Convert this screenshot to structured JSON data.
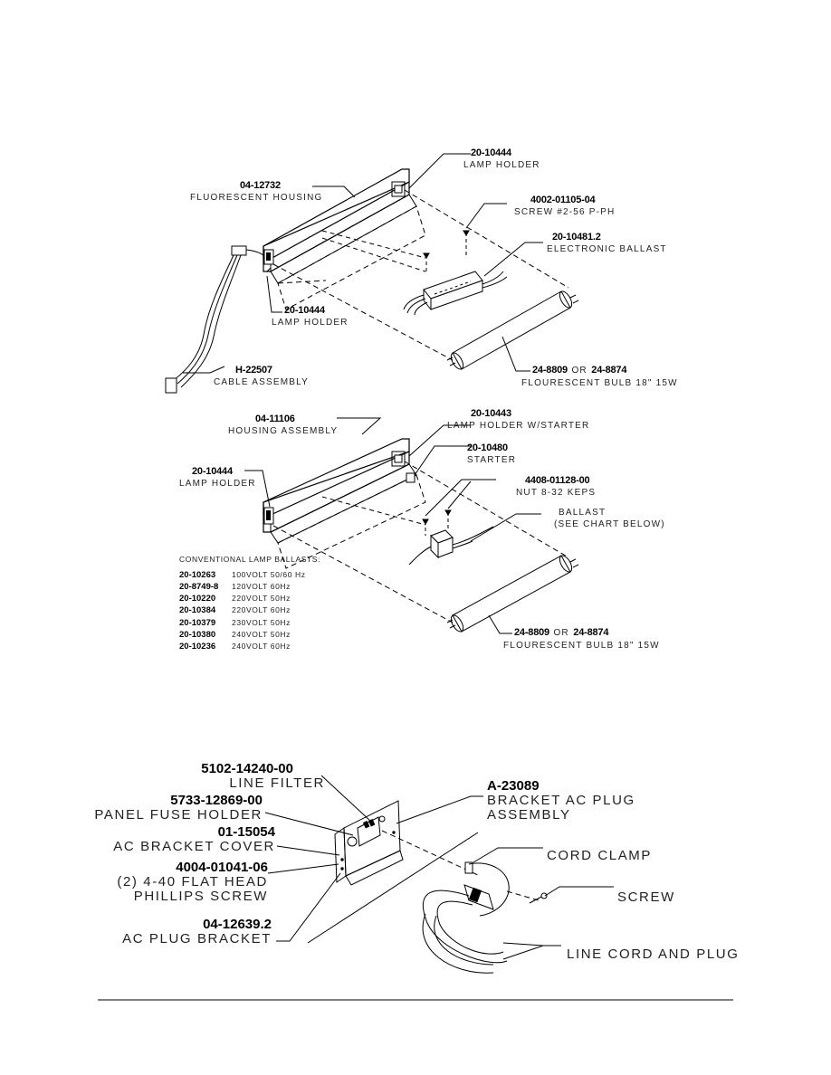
{
  "diagram1": {
    "labels": [
      {
        "part": "20-10444",
        "desc": "LAMP HOLDER"
      },
      {
        "part": "04-12732",
        "desc": "FLUORESCENT HOUSING"
      },
      {
        "part": "4002-01105-04",
        "desc": "SCREW #2-56 P-PH"
      },
      {
        "part": "20-10481.2",
        "desc": "ELECTRONIC BALLAST"
      },
      {
        "part": "20-10444",
        "desc": "LAMP HOLDER"
      },
      {
        "part": "H-22507",
        "desc": "CABLE ASSEMBLY"
      },
      {
        "part_a": "24-8809",
        "or": "OR",
        "part_b": "24-8874",
        "desc": "FLOURESCENT BULB 18\" 15W"
      }
    ]
  },
  "diagram2": {
    "labels": [
      {
        "part": "04-11106",
        "desc": "HOUSING ASSEMBLY"
      },
      {
        "part": "20-10443",
        "desc": "LAMP HOLDER W/STARTER"
      },
      {
        "part": "20-10480",
        "desc": "STARTER"
      },
      {
        "part": "20-10444",
        "desc": "LAMP HOLDER"
      },
      {
        "part": "4408-01128-00",
        "desc": "NUT 8-32 KEPS"
      },
      {
        "desc": "BALLAST",
        "desc2": "(SEE CHART BELOW)"
      },
      {
        "part_a": "24-8809",
        "or": "OR",
        "part_b": "24-8874",
        "desc": "FLOURESCENT BULB 18\" 15W"
      }
    ],
    "ballast_chart": {
      "title": "CONVENTIONAL LAMP BALLASTS:",
      "rows": [
        {
          "part": "20-10263",
          "spec": "100VOLT 50/60 Hz"
        },
        {
          "part": "20-8749-8",
          "spec": "120VOLT 60Hz"
        },
        {
          "part": "20-10220",
          "spec": "220VOLT 50Hz"
        },
        {
          "part": "20-10384",
          "spec": "220VOLT 60Hz"
        },
        {
          "part": "20-10379",
          "spec": "230VOLT 50Hz"
        },
        {
          "part": "20-10380",
          "spec": "240VOLT 50Hz"
        },
        {
          "part": "20-10236",
          "spec": "240VOLT 60Hz"
        }
      ]
    }
  },
  "diagram3": {
    "labels": [
      {
        "part": "5102-14240-00",
        "desc": "LINE FILTER"
      },
      {
        "part": "5733-12869-00",
        "desc": "PANEL FUSE HOLDER"
      },
      {
        "part": "01-15054",
        "desc": "AC BRACKET COVER"
      },
      {
        "part": "4004-01041-06",
        "desc": "(2) 4-40 FLAT HEAD",
        "desc2": "PHILLIPS SCREW"
      },
      {
        "part": "04-12639.2",
        "desc": "AC PLUG BRACKET"
      },
      {
        "part": "A-23089",
        "desc": "BRACKET AC PLUG",
        "desc2": "ASSEMBLY"
      },
      {
        "desc": "CORD CLAMP"
      },
      {
        "desc": "SCREW"
      },
      {
        "desc": "LINE CORD AND PLUG"
      }
    ]
  }
}
